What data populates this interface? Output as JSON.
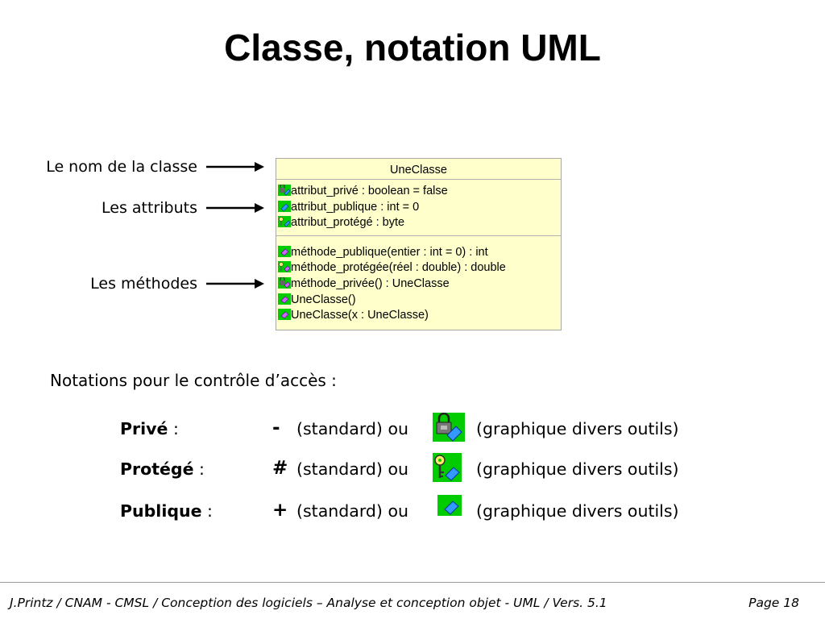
{
  "title": "Classe, notation UML",
  "labels": {
    "class_name": "Le nom de la classe",
    "attributes": "Les attributs",
    "methods": "Les méthodes"
  },
  "uml": {
    "class_name": "UneClasse",
    "attributes": [
      {
        "text": "attribut_privé : boolean = false",
        "icon": "private-icon"
      },
      {
        "text": "attribut_publique : int = 0",
        "icon": "public-icon"
      },
      {
        "text": "attribut_protégé : byte",
        "icon": "protected-icon"
      }
    ],
    "methods": [
      {
        "text": "méthode_publique(entier : int = 0) : int",
        "icon": "public-method-icon"
      },
      {
        "text": "méthode_protégée(réel : double) : double",
        "icon": "protected-method-icon"
      },
      {
        "text": "méthode_privée() : UneClasse",
        "icon": "private-method-icon"
      },
      {
        "text": "UneClasse()",
        "icon": "public-method-icon"
      },
      {
        "text": "UneClasse(x : UneClasse)",
        "icon": "public-method-icon"
      }
    ]
  },
  "notations": {
    "heading": "Notations pour le contrôle d’accès :",
    "rows": [
      {
        "key": "Privé",
        "colon": " :",
        "symbol": "-",
        "standard": "(standard) ou",
        "graphic": "(graphique divers outils)",
        "icon": "private-icon"
      },
      {
        "key": "Protégé",
        "colon": " :",
        "symbol": "#",
        "standard": "(standard) ou",
        "graphic": "(graphique divers outils)",
        "icon": "protected-icon"
      },
      {
        "key": "Publique",
        "colon": " :",
        "symbol": "+",
        "standard": "(standard) ou",
        "graphic": "(graphique divers outils)",
        "icon": "public-icon"
      }
    ]
  },
  "footer": {
    "left": "J.Printz / CNAM - CMSL / Conception des logiciels  – Analyse et conception objet - UML / Vers. 5.1",
    "right": "Page 18"
  },
  "colors": {
    "uml_bg": "#ffffcc",
    "icon_green": "#00cc00",
    "icon_blue": "#3399ff",
    "icon_purple": "#9933cc"
  }
}
